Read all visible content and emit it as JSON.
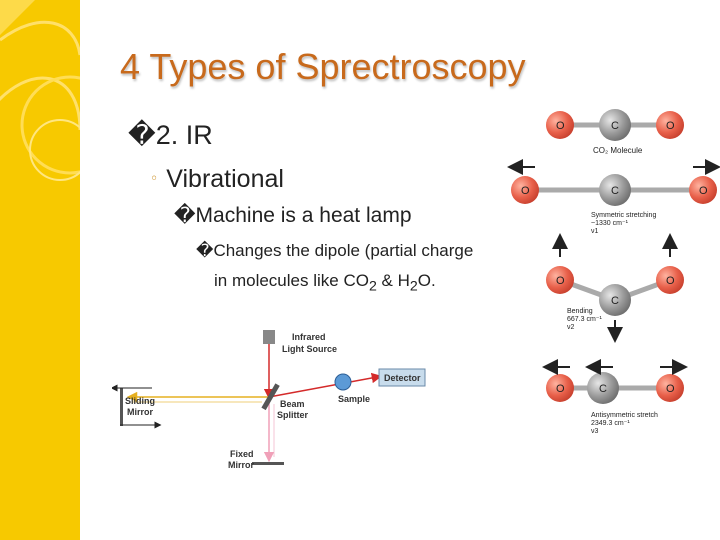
{
  "slide": {
    "title": "4 Types of Sprectroscopy",
    "colors": {
      "sidebar": "#f7c900",
      "title": "#c86a1c",
      "accent_bullet": "#c88a1c"
    }
  },
  "bullets": {
    "level1": {
      "glyph": "�",
      "text": "2. IR"
    },
    "level2": {
      "glyph": "◦",
      "text": "Vibrational"
    },
    "level3": {
      "glyph": "�",
      "text": "Machine is a heat lamp"
    },
    "level4": {
      "glyph": "�",
      "line1": "Changes the dipole (partial charge",
      "line2_pre": "in molecules like CO",
      "sub1": "2",
      "line2_mid": " & H",
      "sub2": "2",
      "line2_post": "O."
    }
  },
  "molecules": {
    "oxygen_label": "O",
    "carbon_label": "C",
    "co2_caption": "CO₂ Molecule",
    "symmetric": {
      "l1": "Symmetric stretching",
      "l2": "~1330 cm⁻¹",
      "l3": "ν1"
    },
    "bending": {
      "l1": "Bending",
      "l2": "667.3 cm⁻¹",
      "l3": "ν2"
    },
    "antisymmetric": {
      "l1": "Antisymmetric stretch",
      "l2": "2349.3 cm⁻¹",
      "l3": "ν3"
    }
  },
  "ir_diagram": {
    "source_l1": "Infrared",
    "source_l2": "Light Source",
    "detector": "Detector",
    "sample": "Sample",
    "splitter_l1": "Beam",
    "splitter_l2": "Splitter",
    "sliding_l1": "Sliding",
    "sliding_l2": "Mirror",
    "fixed_l1": "Fixed",
    "fixed_l2": "Mirror"
  }
}
